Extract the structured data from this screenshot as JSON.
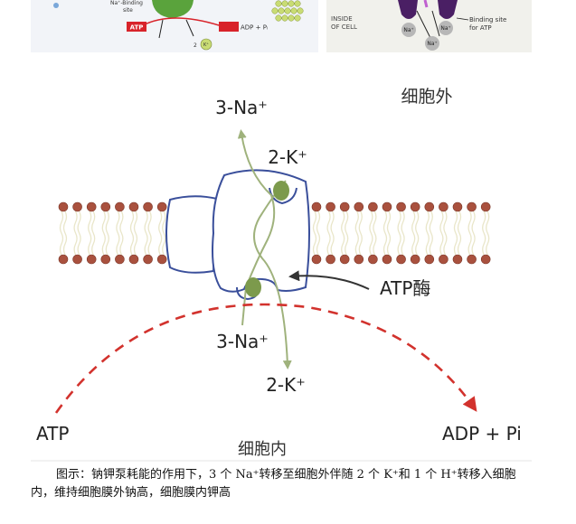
{
  "top_left_panel": {
    "site_label": "site",
    "binding_label": "Na⁺-Binding",
    "atp_label": "ATP",
    "adp_label": "ADP + Pᵢ",
    "k_label": "K⁺",
    "k_count": "2",
    "colors": {
      "red": "#d8232a",
      "green": "#5aa33c",
      "balls": "#c9dc74"
    }
  },
  "top_right_panel": {
    "inside_label_1": "INSIDE",
    "inside_label_2": "OF CELL",
    "na_label": "Na⁺",
    "binding_site_1": "Binding site",
    "binding_site_2": "for ATP",
    "colors": {
      "purple": "#4a1f64",
      "circle": "#b7b7b7"
    }
  },
  "diagram": {
    "outside_label": "细胞外",
    "inside_label": "细胞内",
    "na_out_label": "3-Na⁺",
    "na_in_label": "3-Na⁺",
    "k_out_label": "2-K⁺",
    "k_in_label": "2-K⁺",
    "enzyme_label": "ATP酶",
    "atp_label": "ATP",
    "adp_label": "ADP + Pi",
    "colors": {
      "protein_stroke": "#3a4f9b",
      "path_stroke": "#9fb27c",
      "ion_fill": "#7c9a4c",
      "lipid_head": "#a9513e",
      "lipid_tail": "#e9e6c9",
      "dashed_arrow": "#d2322d",
      "arrow_dark": "#333333"
    }
  },
  "caption": "图示：钠钾泵耗能的作用下，3 个 Na⁺转移至细胞外伴随 2 个 K⁺和 1 个 H⁺转移入细胞内，维持细胞膜外钠高，细胞膜内钾高"
}
